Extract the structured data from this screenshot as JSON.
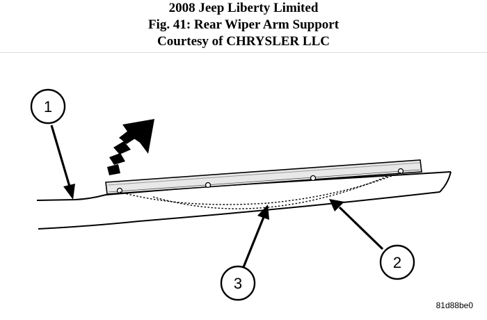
{
  "header": {
    "line1": "2008 Jeep Liberty Limited",
    "line2": "Fig. 41: Rear Wiper Arm Support",
    "line3": "Courtesy of CHRYSLER LLC"
  },
  "diagram": {
    "callouts": [
      {
        "id": "1"
      },
      {
        "id": "2"
      },
      {
        "id": "3"
      }
    ],
    "figure_code": "81d88be0"
  },
  "colors": {
    "ink": "#000000",
    "rail_fill": "#e8e8e8"
  }
}
